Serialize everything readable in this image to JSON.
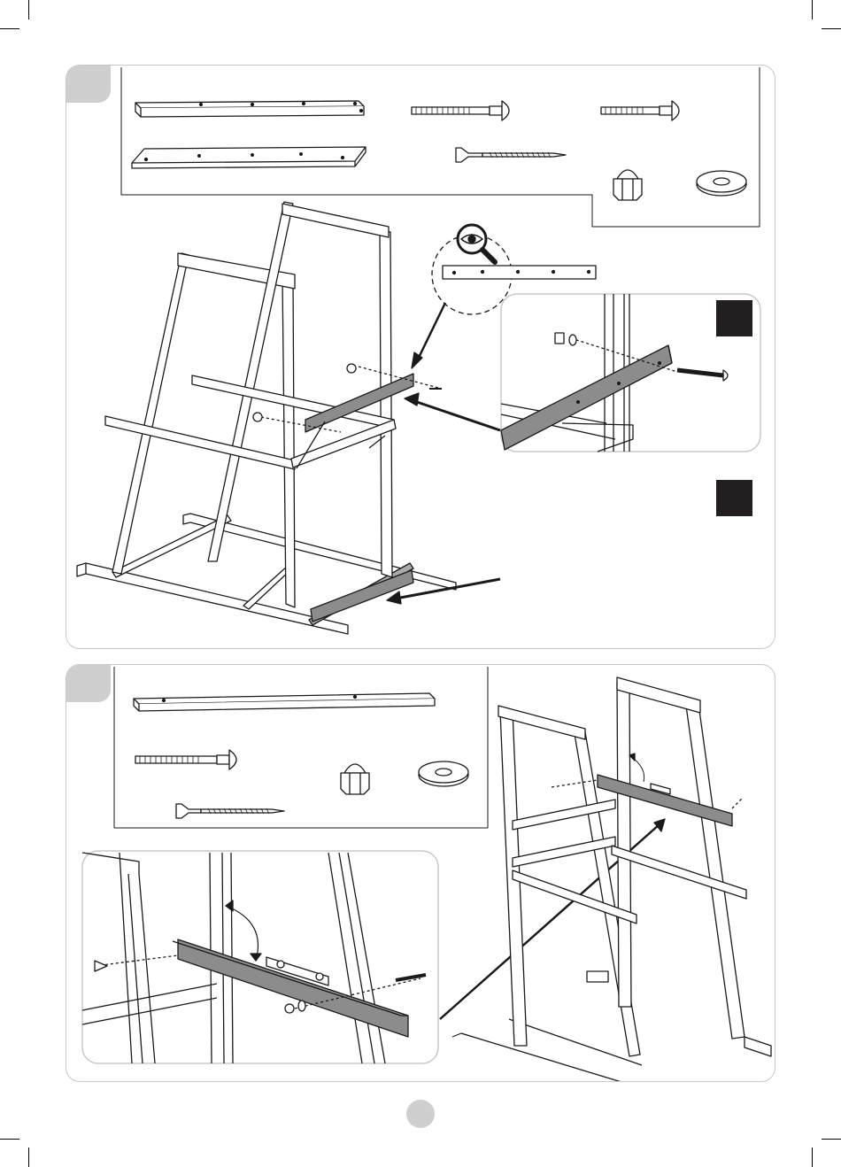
{
  "page": {
    "steps": [
      {
        "id": "step-1",
        "parts": [
          "long-beam-with-holes",
          "flat-board",
          "carriage-bolt-long",
          "carriage-bolt-short",
          "wood-screw",
          "cap-nut",
          "washer"
        ]
      },
      {
        "id": "step-2",
        "parts": [
          "long-beam-with-holes",
          "carriage-bolt",
          "cap-nut",
          "washer",
          "wood-screw"
        ]
      }
    ],
    "icons": [
      "magnifier-eye-icon",
      "warning-triangle-icon",
      "spirit-level-icon",
      "angle-arrow-icon"
    ],
    "colors": {
      "line": "#1a1a1a",
      "part_highlight": "#8c8c8c",
      "panel_border": "#c8c8c8",
      "tab_fill": "#cfcfcf",
      "marker_fill": "#231f20"
    }
  }
}
